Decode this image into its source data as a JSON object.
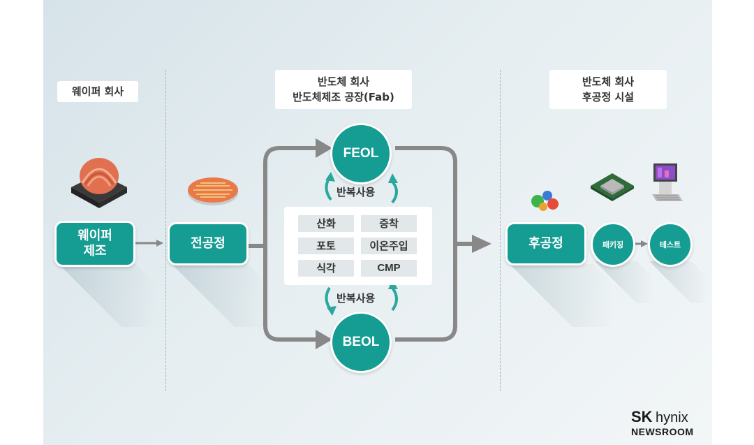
{
  "sections": {
    "wafer_company": "웨이퍼 회사",
    "fab_line1": "반도체 회사",
    "fab_line2": "반도체제조 공장(Fab)",
    "backend_line1": "반도체 회사",
    "backend_line2": "후공정 시설"
  },
  "steps": {
    "wafer_line1": "웨이퍼",
    "wafer_line2": "제조",
    "front_end": "전공정",
    "back_end": "후공정",
    "feol": "FEOL",
    "beol": "BEOL",
    "packaging": "패키징",
    "test": "테스트"
  },
  "reuse_top": "반복사용",
  "reuse_bottom": "반복사용",
  "processes": [
    "산화",
    "증착",
    "포토",
    "이온주입",
    "식각",
    "CMP"
  ],
  "logo": {
    "sk": "SK",
    "hynix": "hynix",
    "newsroom": "NEWSROOM"
  },
  "icons": [
    "wafer-ingot-icon",
    "wafer-disk-icon",
    "gears-icon",
    "cpu-chip-icon",
    "test-equipment-icon"
  ],
  "colors": {
    "teal": "#169d93",
    "arrow_gray": "#888888",
    "reuse_teal": "#2aa89d"
  }
}
